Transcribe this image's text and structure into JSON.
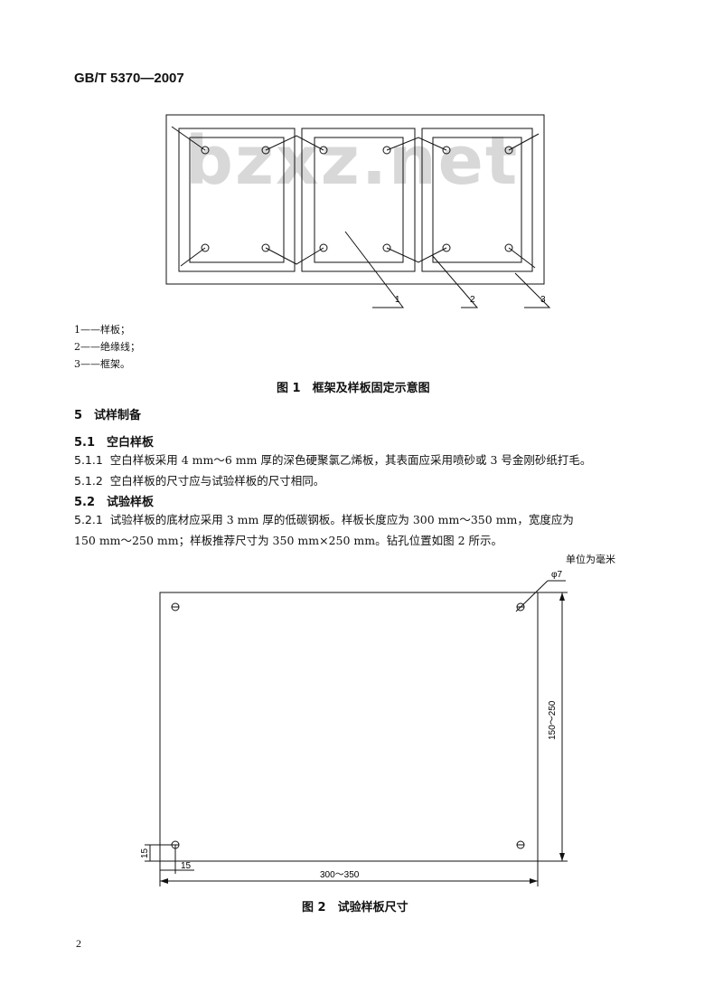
{
  "header": {
    "standard_code": "GB/T 5370—2007"
  },
  "watermark": "bzxz.net",
  "figure1": {
    "callouts": [
      "1",
      "2",
      "3"
    ],
    "legend": [
      "1——样板；",
      "2——绝缘线；",
      "3——框架。"
    ],
    "caption": "图 1　框架及样板固定示意图"
  },
  "section5": {
    "title": "5　试样制备",
    "s5_1": {
      "title": "5.1　空白样板"
    },
    "p5_1_1": {
      "num": "5.1.1",
      "text": "空白样板采用 4 mm～6 mm 厚的深色硬聚氯乙烯板，其表面应采用喷砂或 3 号金刚砂纸打毛。"
    },
    "p5_1_2": {
      "num": "5.1.2",
      "text": "空白样板的尺寸应与试验样板的尺寸相同。"
    },
    "s5_2": {
      "title": "5.2　试验样板"
    },
    "p5_2_1": {
      "num": "5.2.1",
      "line1": "试验样板的底材应采用 3 mm 厚的低碳钢板。样板长度应为 300 mm～350 mm，宽度应为",
      "line2": "150 mm～250 mm；样板推荐尺寸为 350 mm×250 mm。钻孔位置如图 2 所示。"
    }
  },
  "figure2": {
    "unit_note": "单位为毫米",
    "dims": {
      "hole_diameter": "φ7",
      "height": "150～250",
      "width": "300～350",
      "offset_v": "15",
      "offset_h": "15"
    },
    "caption": "图 2　试验样板尺寸"
  },
  "footer": {
    "page_number": "2"
  }
}
